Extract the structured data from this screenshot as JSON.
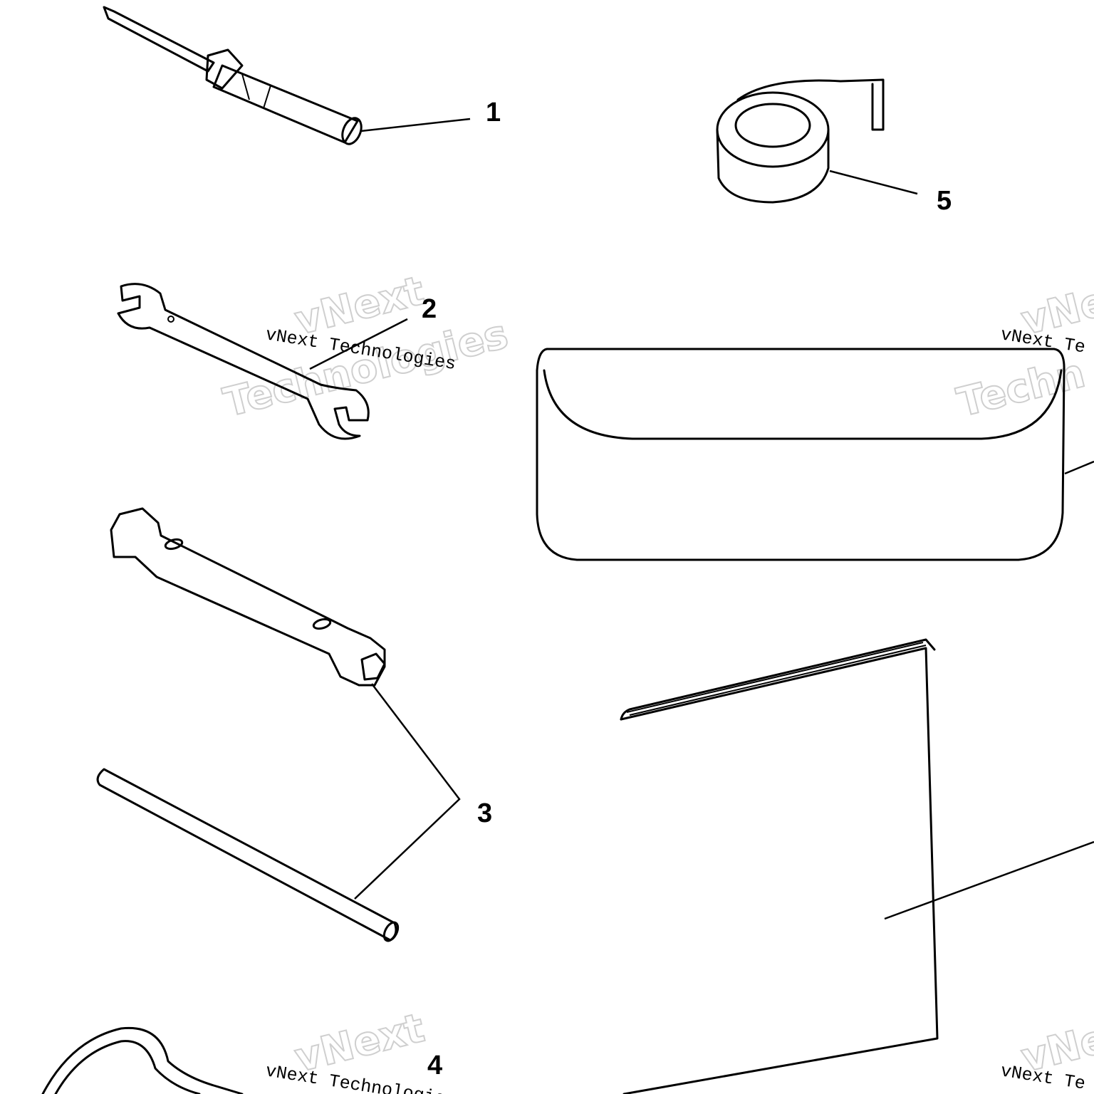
{
  "callouts": [
    "1",
    "2",
    "3",
    "4",
    "5"
  ],
  "watermark": {
    "line": "vNext Technologies",
    "word1": "vNext",
    "word2": "Technologies",
    "word2_partial": "Techn",
    "line_partial": "vNext Te"
  }
}
